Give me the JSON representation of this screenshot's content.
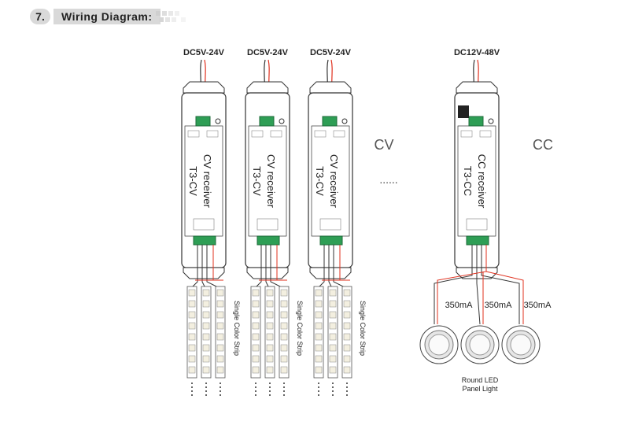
{
  "header": {
    "section_number": "7.",
    "section_title": "Wiring Diagram:"
  },
  "cv_group": {
    "group_label": "CV",
    "ellipsis": "......",
    "receivers": [
      {
        "voltage": "DC5V-24V",
        "name": "CV receiver",
        "model": "T3-CV",
        "strip_label": "Single Color Strip"
      },
      {
        "voltage": "DC5V-24V",
        "name": "CV receiver",
        "model": "T3-CV",
        "strip_label": "Single Color Strip"
      },
      {
        "voltage": "DC5V-24V",
        "name": "CV receiver",
        "model": "T3-CV",
        "strip_label": "Single Color Strip"
      }
    ]
  },
  "cc_group": {
    "group_label": "CC",
    "receiver": {
      "voltage": "DC12V-48V",
      "name": "CC receiver",
      "model": "T3-CC"
    },
    "panel_currents": [
      "350mA",
      "350mA",
      "350mA"
    ],
    "panel_caption_line1": "Round LED",
    "panel_caption_line2": "Panel Light"
  },
  "colors": {
    "wire_red": "#e0301e",
    "wire_black": "#333333",
    "terminal_green": "#2e9e55",
    "outline": "#333333",
    "header_bg": "#d9d9d9"
  }
}
